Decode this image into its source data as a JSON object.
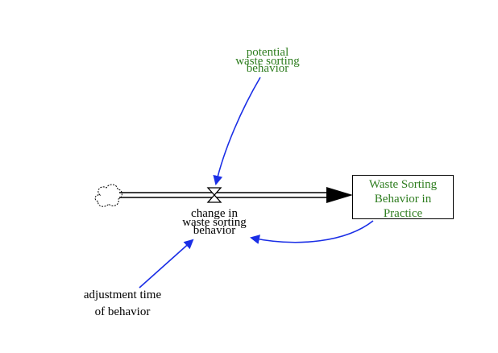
{
  "diagram": {
    "potential": {
      "lines": [
        "potential",
        "waste sorting",
        "behavior"
      ],
      "color": "#2e7d1f"
    },
    "stock": {
      "lines": [
        "Waste Sorting",
        "Behavior in",
        "Practice"
      ],
      "color": "#2e7d1f"
    },
    "flow": {
      "lines": [
        "change in",
        "waste sorting",
        "behavior"
      ]
    },
    "adjustment": {
      "lines": [
        "adjustment time",
        "of behavior"
      ]
    },
    "link_color": "#1a2ee6"
  }
}
